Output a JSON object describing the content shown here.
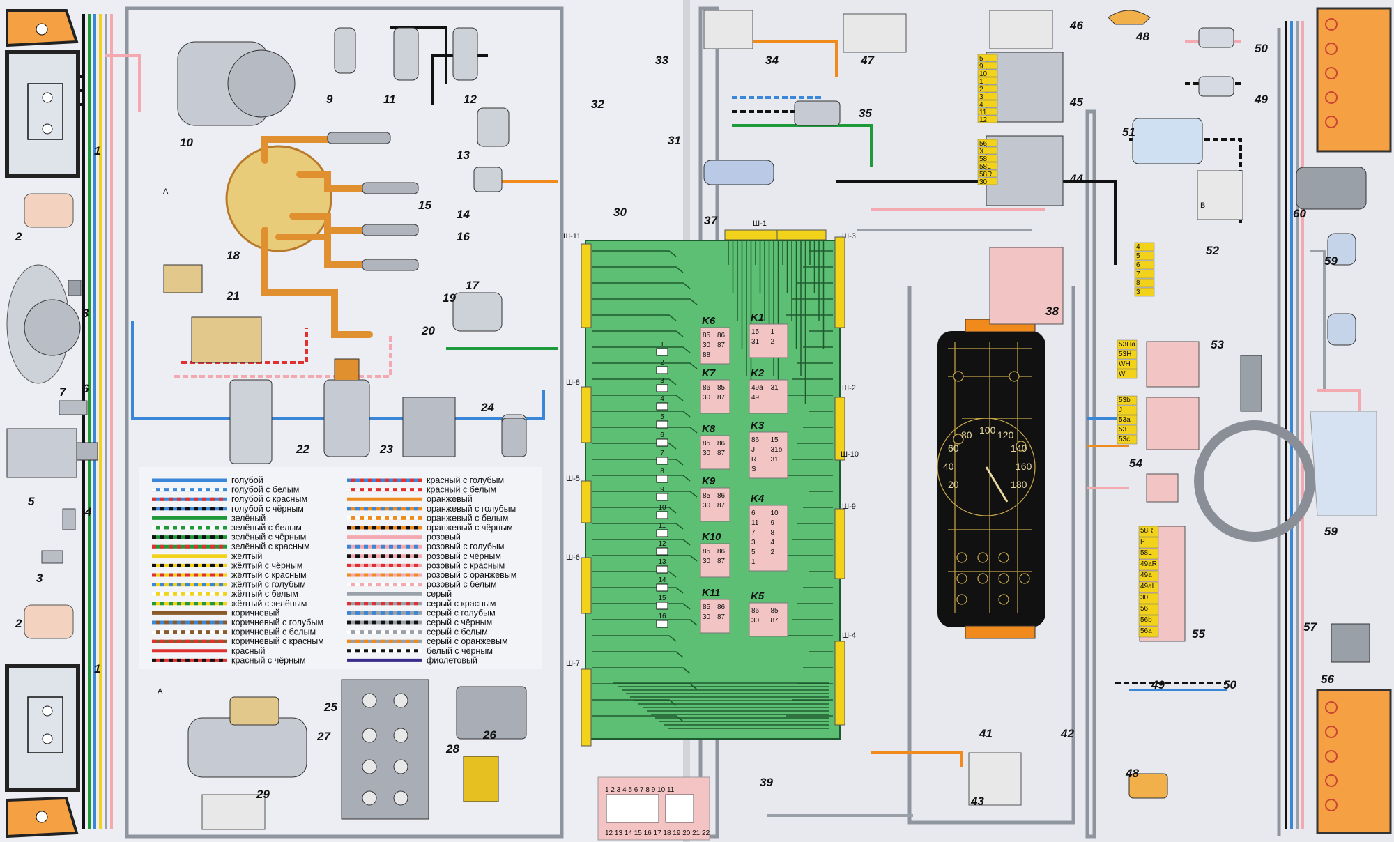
{
  "components": [
    {
      "n": "1"
    },
    {
      "n": "1"
    },
    {
      "n": "2"
    },
    {
      "n": "2"
    },
    {
      "n": "3"
    },
    {
      "n": "4"
    },
    {
      "n": "5"
    },
    {
      "n": "6"
    },
    {
      "n": "7"
    },
    {
      "n": "8"
    },
    {
      "n": "9"
    },
    {
      "n": "10"
    },
    {
      "n": "11"
    },
    {
      "n": "12"
    },
    {
      "n": "13"
    },
    {
      "n": "14"
    },
    {
      "n": "15"
    },
    {
      "n": "16"
    },
    {
      "n": "17"
    },
    {
      "n": "18"
    },
    {
      "n": "19"
    },
    {
      "n": "20"
    },
    {
      "n": "21"
    },
    {
      "n": "22"
    },
    {
      "n": "23"
    },
    {
      "n": "24"
    },
    {
      "n": "25"
    },
    {
      "n": "26"
    },
    {
      "n": "27"
    },
    {
      "n": "28"
    },
    {
      "n": "29"
    },
    {
      "n": "30"
    },
    {
      "n": "31"
    },
    {
      "n": "32"
    },
    {
      "n": "33"
    },
    {
      "n": "34"
    },
    {
      "n": "35"
    },
    {
      "n": "37"
    },
    {
      "n": "38"
    },
    {
      "n": "39"
    },
    {
      "n": "41"
    },
    {
      "n": "42"
    },
    {
      "n": "43"
    },
    {
      "n": "44"
    },
    {
      "n": "45"
    },
    {
      "n": "46"
    },
    {
      "n": "47"
    },
    {
      "n": "48"
    },
    {
      "n": "48"
    },
    {
      "n": "49"
    },
    {
      "n": "49"
    },
    {
      "n": "50"
    },
    {
      "n": "50"
    },
    {
      "n": "51"
    },
    {
      "n": "52"
    },
    {
      "n": "53"
    },
    {
      "n": "54"
    },
    {
      "n": "55"
    },
    {
      "n": "56"
    },
    {
      "n": "57"
    },
    {
      "n": "59"
    },
    {
      "n": "59"
    },
    {
      "n": "60"
    }
  ],
  "connectors": [
    "Ш-1",
    "Ш-2",
    "Ш-3",
    "Ш-4",
    "Ш-5",
    "Ш-6",
    "Ш-7",
    "Ш-8",
    "Ш-9",
    "Ш-10",
    "Ш-11"
  ],
  "ground_marks": [
    "A",
    "A",
    "B"
  ],
  "relays": [
    {
      "name": "K6",
      "pins": [
        "85",
        "86",
        "30",
        "87",
        "88"
      ]
    },
    {
      "name": "K7",
      "pins": [
        "86",
        "85",
        "30",
        "87"
      ]
    },
    {
      "name": "K8",
      "pins": [
        "85",
        "86",
        "30",
        "87"
      ]
    },
    {
      "name": "K9",
      "pins": [
        "85",
        "86",
        "30",
        "87"
      ]
    },
    {
      "name": "K10",
      "pins": [
        "85",
        "86",
        "30",
        "87"
      ]
    },
    {
      "name": "K11",
      "pins": [
        "85",
        "86",
        "30",
        "87"
      ]
    },
    {
      "name": "K1",
      "pins": [
        "15",
        "1",
        "31",
        "2"
      ]
    },
    {
      "name": "K2",
      "pins": [
        "49a",
        "31",
        "49"
      ]
    },
    {
      "name": "K3",
      "pins": [
        "86",
        "15",
        "J",
        "31b",
        "R",
        "31",
        "S"
      ]
    },
    {
      "name": "K4",
      "pins": [
        "6",
        "10",
        "11",
        "9",
        "7",
        "8",
        "3",
        "4",
        "5",
        "2",
        "1"
      ]
    },
    {
      "name": "K5",
      "pins": [
        "86",
        "85",
        "30",
        "87"
      ]
    }
  ],
  "switch_pins": {
    "s45": [
      "5",
      "9",
      "10",
      "1",
      "2",
      "3",
      "4",
      "11",
      "12"
    ],
    "s44": [
      "56",
      "X",
      "58",
      "58L",
      "58R",
      "30"
    ],
    "s52": [
      "4",
      "5",
      "6",
      "7",
      "8",
      "3"
    ],
    "s53": [
      "53Ha",
      "53H",
      "WH",
      "W"
    ],
    "s53b": [
      "53b",
      "J",
      "53a",
      "53",
      "53c"
    ],
    "s55": [
      "58R",
      "P",
      "58L",
      "49aR",
      "49a",
      "49aL",
      "30",
      "56",
      "56b",
      "56a"
    ]
  },
  "legend_left": [
    {
      "label": "голубой",
      "colors": [
        "#3a86d8"
      ]
    },
    {
      "label": "голубой с белым",
      "colors": [
        "#3a86d8",
        "#ffffff"
      ]
    },
    {
      "label": "голубой с красным",
      "colors": [
        "#3a86d8",
        "#e03030"
      ]
    },
    {
      "label": "голубой с чёрным",
      "colors": [
        "#3a86d8",
        "#111111"
      ]
    },
    {
      "label": "зелёный",
      "colors": [
        "#1f9a3a"
      ]
    },
    {
      "label": "зелёный с белым",
      "colors": [
        "#1f9a3a",
        "#ffffff"
      ]
    },
    {
      "label": "зелёный с чёрным",
      "colors": [
        "#1f9a3a",
        "#111111"
      ]
    },
    {
      "label": "зелёный с красным",
      "colors": [
        "#1f9a3a",
        "#e03030"
      ]
    },
    {
      "label": "жёлтый",
      "colors": [
        "#f2d21b"
      ]
    },
    {
      "label": "жёлтый с чёрным",
      "colors": [
        "#f2d21b",
        "#111111"
      ]
    },
    {
      "label": "жёлтый с красным",
      "colors": [
        "#f2d21b",
        "#e03030"
      ]
    },
    {
      "label": "жёлтый с голубым",
      "colors": [
        "#f2d21b",
        "#3a86d8"
      ]
    },
    {
      "label": "жёлтый с белым",
      "colors": [
        "#f2d21b",
        "#ffffff"
      ]
    },
    {
      "label": "жёлтый с зелёным",
      "colors": [
        "#f2d21b",
        "#1f9a3a"
      ]
    },
    {
      "label": "коричневый",
      "colors": [
        "#8a5a2b"
      ]
    },
    {
      "label": "коричневый с голубым",
      "colors": [
        "#8a5a2b",
        "#3a86d8"
      ]
    },
    {
      "label": "коричневый с белым",
      "colors": [
        "#8a5a2b",
        "#ffffff"
      ]
    },
    {
      "label": "коричневый с красным",
      "colors": [
        "#8a5a2b",
        "#e03030"
      ]
    },
    {
      "label": "красный",
      "colors": [
        "#e03030"
      ]
    },
    {
      "label": "красный с чёрным",
      "colors": [
        "#e03030",
        "#111111"
      ]
    }
  ],
  "legend_right": [
    {
      "label": "красный с голубым",
      "colors": [
        "#e03030",
        "#3a86d8"
      ]
    },
    {
      "label": "красный с белым",
      "colors": [
        "#e03030",
        "#ffffff"
      ]
    },
    {
      "label": "оранжевый",
      "colors": [
        "#f08a1c"
      ]
    },
    {
      "label": "оранжевый с голубым",
      "colors": [
        "#f08a1c",
        "#3a86d8"
      ]
    },
    {
      "label": "оранжевый с белым",
      "colors": [
        "#f08a1c",
        "#ffffff"
      ]
    },
    {
      "label": "оранжевый с чёрным",
      "colors": [
        "#f08a1c",
        "#111111"
      ]
    },
    {
      "label": "розовый",
      "colors": [
        "#f4a8b0"
      ]
    },
    {
      "label": "розовый с голубым",
      "colors": [
        "#f4a8b0",
        "#3a86d8"
      ]
    },
    {
      "label": "розовый с чёрным",
      "colors": [
        "#f4a8b0",
        "#111111"
      ]
    },
    {
      "label": "розовый с красным",
      "colors": [
        "#f4a8b0",
        "#e03030"
      ]
    },
    {
      "label": "розовый с оранжевым",
      "colors": [
        "#f4a8b0",
        "#f08a1c"
      ]
    },
    {
      "label": "розовый с белым",
      "colors": [
        "#f4a8b0",
        "#ffffff"
      ]
    },
    {
      "label": "серый",
      "colors": [
        "#9aa0a8"
      ]
    },
    {
      "label": "серый с красным",
      "colors": [
        "#9aa0a8",
        "#e03030"
      ]
    },
    {
      "label": "серый с голубым",
      "colors": [
        "#9aa0a8",
        "#3a86d8"
      ]
    },
    {
      "label": "серый с чёрным",
      "colors": [
        "#9aa0a8",
        "#111111"
      ]
    },
    {
      "label": "серый с белым",
      "colors": [
        "#9aa0a8",
        "#ffffff"
      ]
    },
    {
      "label": "серый с оранжевым",
      "colors": [
        "#9aa0a8",
        "#f08a1c"
      ]
    },
    {
      "label": "белый с чёрным",
      "colors": [
        "#ffffff",
        "#111111"
      ]
    },
    {
      "label": "фиолетовый",
      "colors": [
        "#3a2a8a"
      ]
    }
  ],
  "gauge_scale": [
    "20",
    "40",
    "60",
    "80",
    "100",
    "120",
    "140",
    "160",
    "180"
  ],
  "fuse_count": 16,
  "connector_header_1": "1 2 3 4 5 6 7 8 9 10 11",
  "connector_header_2": "12 13 14 15 16 17 18 19 20 21 22",
  "colors": {
    "board": "#5cbf74",
    "board_dark": "#1e5a2e",
    "relay": "#f2c4c4",
    "gauge_panel": "#111111",
    "wire_blue": "#3a86d8",
    "wire_green": "#1f9a3a",
    "wire_orange": "#f08a1c",
    "wire_red": "#e03030",
    "wire_yellow": "#f2d21b",
    "wire_grey": "#9aa0a8",
    "wire_black": "#111111",
    "wire_pink": "#f4a8b0",
    "headlamp": "#f4a043",
    "ignition_orange": "#e0902e"
  }
}
